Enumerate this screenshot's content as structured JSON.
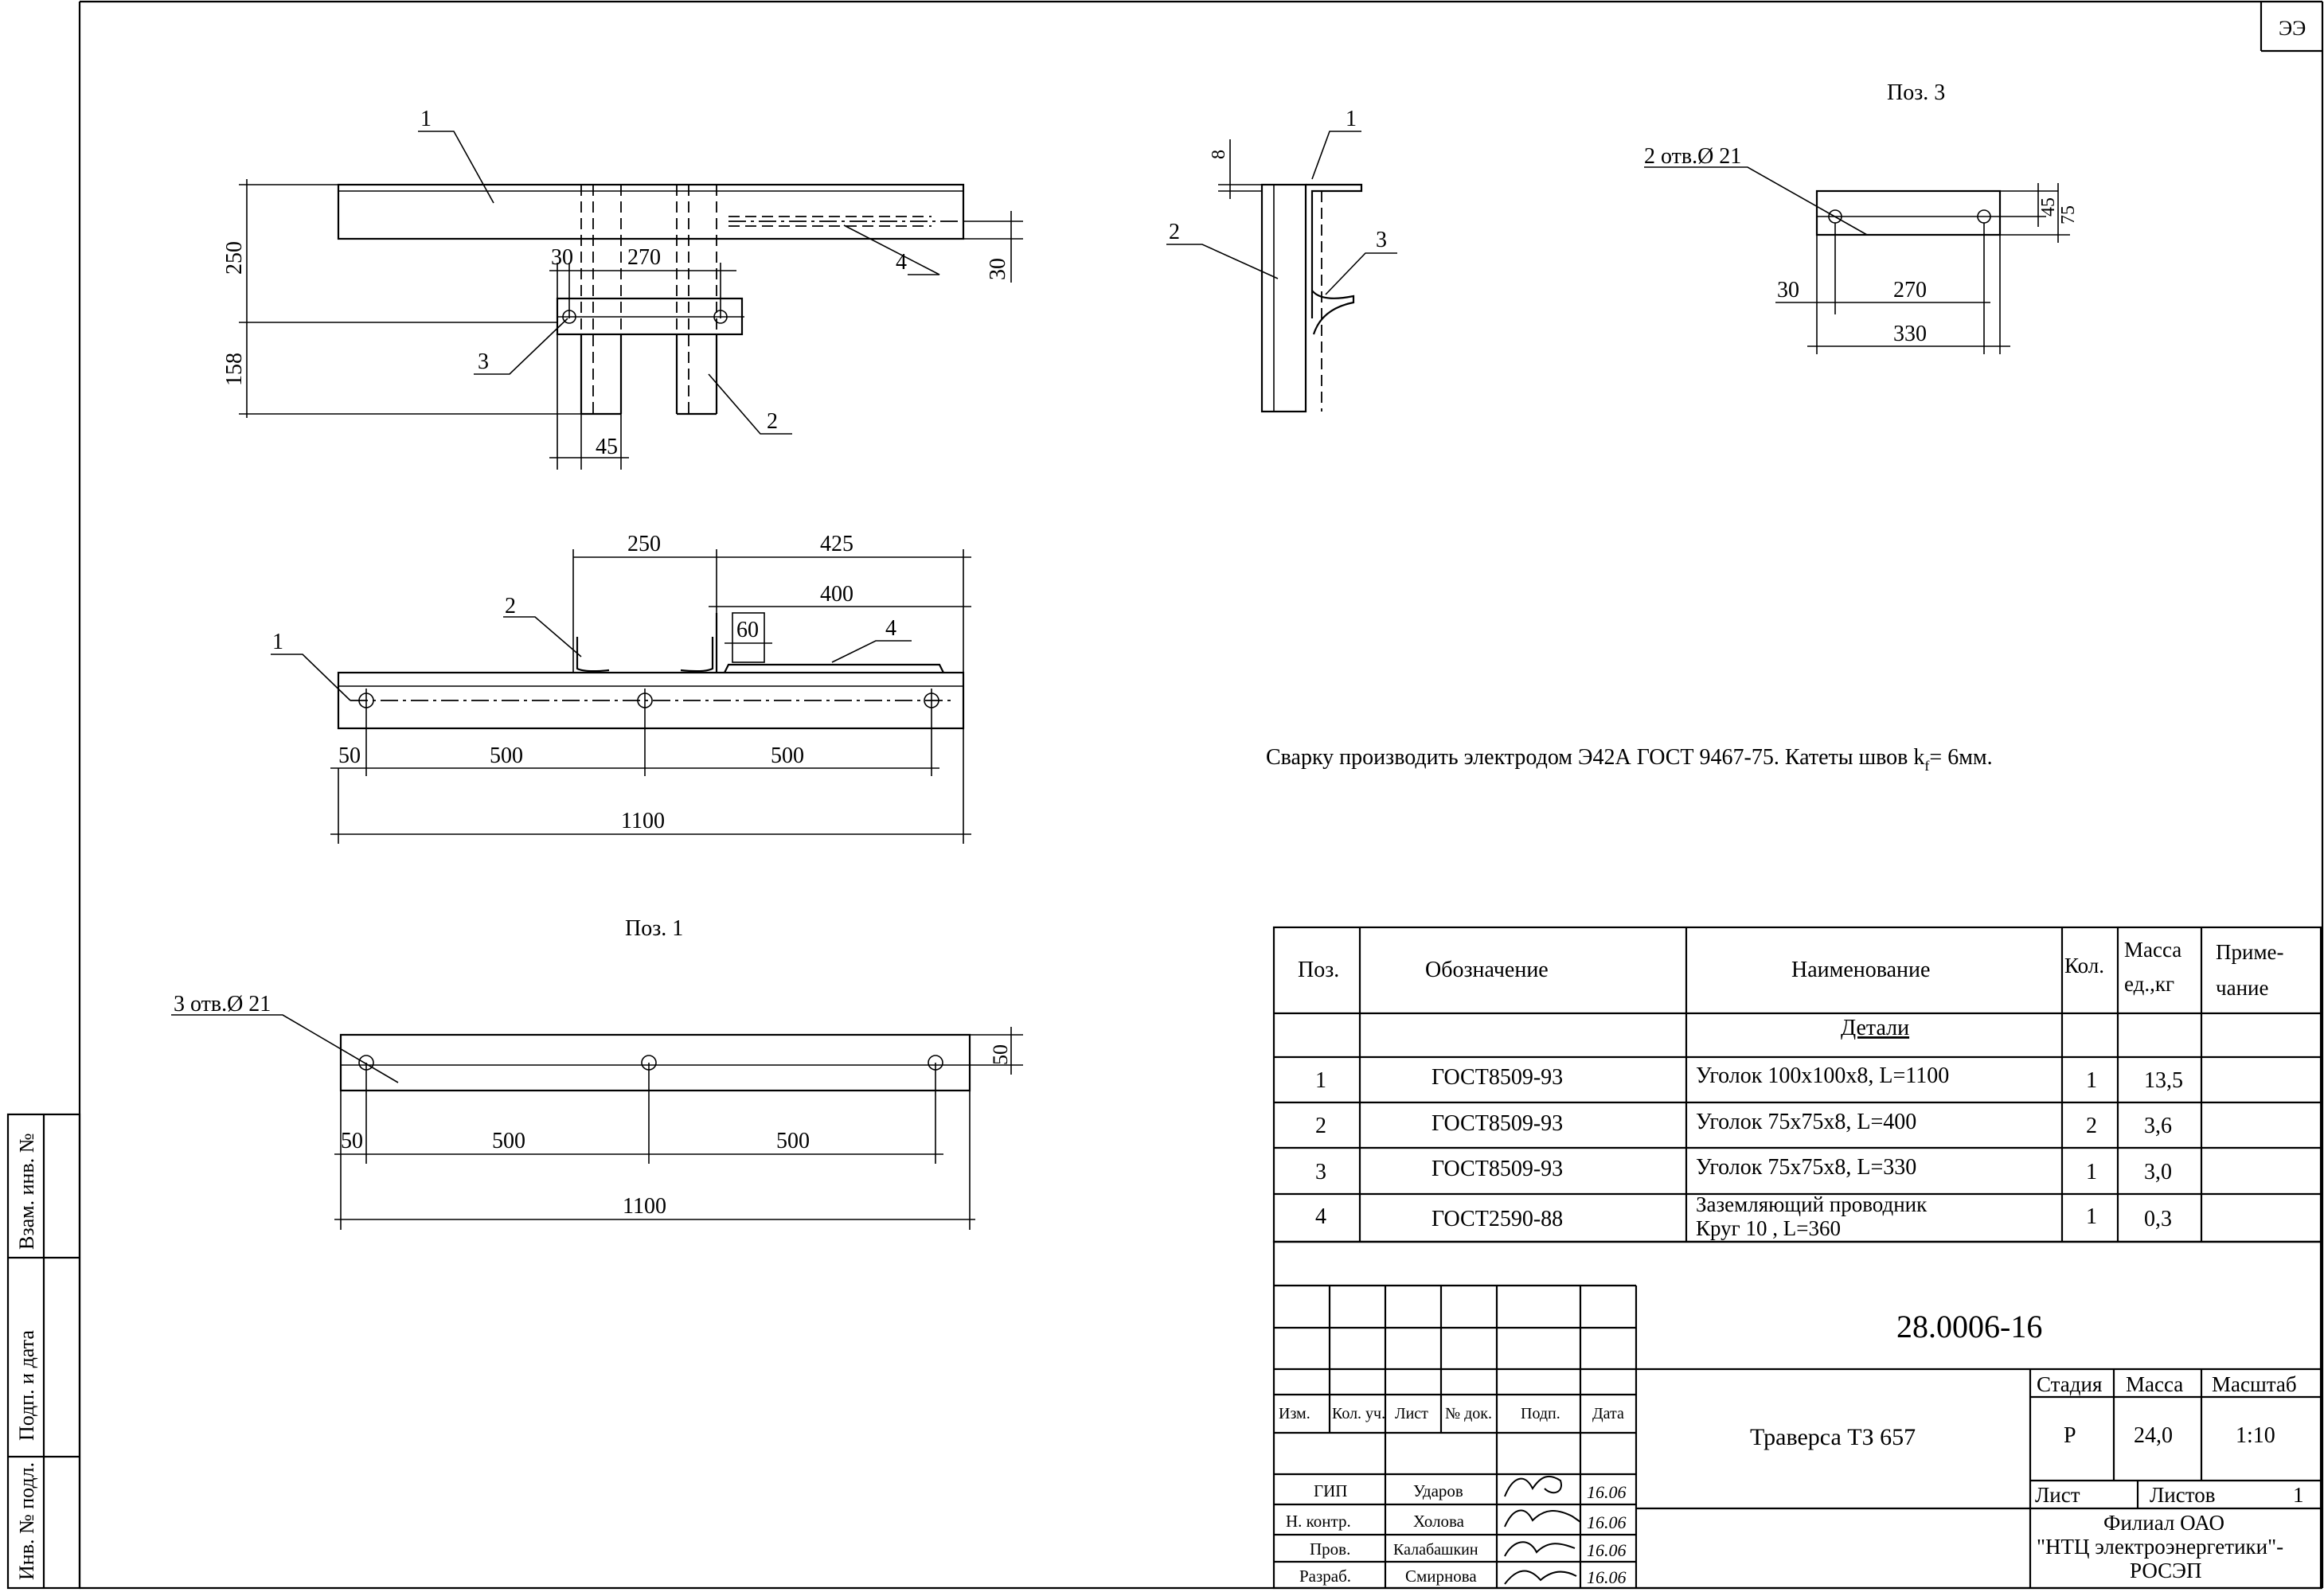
{
  "corner_sheet_mark": "ЭЭ",
  "views": {
    "top_view": {
      "leaders": [
        "1",
        "2",
        "3",
        "4"
      ],
      "dims": {
        "d250": "250",
        "d158": "158",
        "d30a": "30",
        "d270": "270",
        "d30b": "30",
        "d45": "45"
      }
    },
    "side_view": {
      "leaders": [
        "1",
        "2",
        "3"
      ],
      "dims": {
        "d8": "8"
      }
    },
    "front_view": {
      "leaders": [
        "1",
        "2",
        "4"
      ],
      "dims": {
        "d250": "250",
        "d425": "425",
        "d400": "400",
        "d60": "60",
        "d50": "50",
        "d500a": "500",
        "d500b": "500",
        "d1100": "1100"
      }
    },
    "pos3": {
      "title": "Поз. 3",
      "holes": "2 отв.Ø 21",
      "dims": {
        "d45": "45",
        "d75": "75",
        "d30": "30",
        "d270": "270",
        "d330": "330"
      }
    },
    "pos1": {
      "title": "Поз. 1",
      "holes": "3 отв.Ø 21",
      "dims": {
        "d50v": "50",
        "d50": "50",
        "d500a": "500",
        "d500b": "500",
        "d1100": "1100"
      }
    }
  },
  "note": "Сварку производить электродом Э42А ГОСТ 9467-75.  Катеты швов k",
  "note_sub": "f",
  "note_end": "= 6мм.",
  "spec_table": {
    "headers": {
      "pos": "Поз.",
      "designation": "Обозначение",
      "name": "Наименование",
      "qty": "Кол.",
      "mass_l1": "Масса",
      "mass_l2": "ед.,кг",
      "note_l1": "Приме-",
      "note_l2": "чание"
    },
    "section": "Детали",
    "rows": [
      {
        "pos": "1",
        "designation": "ГОСТ8509-93",
        "name": "Уголок 100х100х8, L=1100",
        "qty": "1",
        "mass": "13,5"
      },
      {
        "pos": "2",
        "designation": "ГОСТ8509-93",
        "name": "Уголок 75х75х8, L=400",
        "qty": "2",
        "mass": "3,6"
      },
      {
        "pos": "3",
        "designation": "ГОСТ8509-93",
        "name": "Уголок 75х75х8, L=330",
        "qty": "1",
        "mass": "3,0"
      },
      {
        "pos": "4",
        "designation": "ГОСТ2590-88",
        "name": "Заземляющий проводник",
        "name2": "Круг 10 , L=360",
        "qty": "1",
        "mass": "0,3"
      }
    ]
  },
  "title_block": {
    "doc_number": "28.0006-16",
    "title": "Траверса ТЗ 657",
    "stage_label": "Стадия",
    "mass_label": "Масса",
    "scale_label": "Масштаб",
    "stage": "Р",
    "mass": "24,0",
    "scale": "1:10",
    "sheet_label": "Лист",
    "sheets_label": "Листов",
    "sheets": "1",
    "org_l1": "Филиал ОАО",
    "org_l2": "\"НТЦ электроэнергетики\"-",
    "org_l3": "РОСЭП",
    "rev_headers": [
      "Изм.",
      "Кол. уч.",
      "Лист",
      "№ док.",
      "Подп.",
      "Дата"
    ],
    "signers": [
      {
        "role": "ГИП",
        "name": "Ударов",
        "date": "16.06"
      },
      {
        "role": "Н. контр.",
        "name": "Холова",
        "date": "16.06"
      },
      {
        "role": "Пров.",
        "name": "Калабашкин",
        "date": "16.06"
      },
      {
        "role": "Разраб.",
        "name": "Смирнова",
        "date": "16.06"
      }
    ]
  },
  "side_stamps": {
    "inv_orig": "Инв. № подл.",
    "sign_date": "Подп. и дата",
    "inv_repl": "Взам. инв. №"
  }
}
